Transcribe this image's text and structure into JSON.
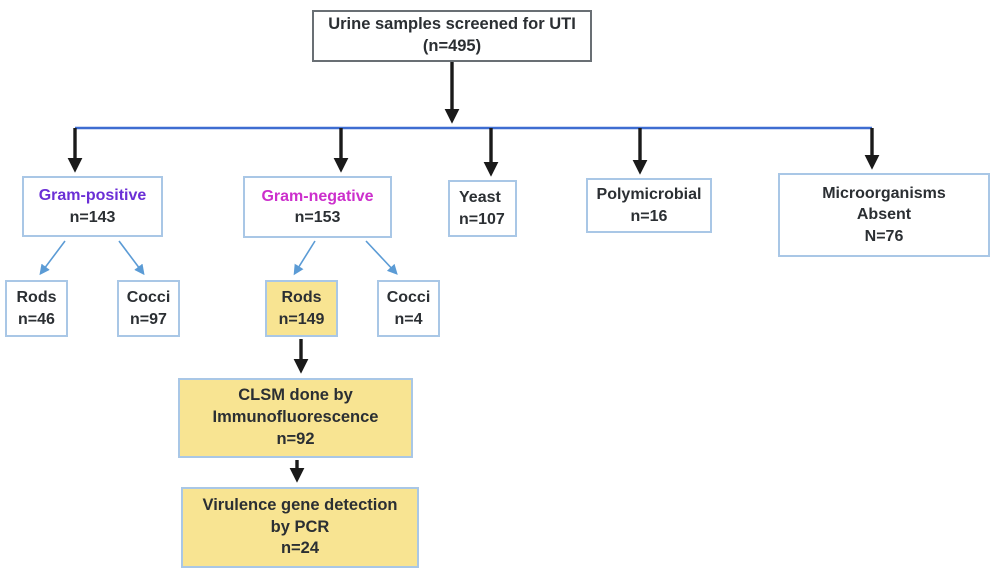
{
  "diagram": {
    "type": "flowchart",
    "title": "Urine samples screened for UTI flow diagram",
    "colors": {
      "branch_line_blue": "#3e6dd1",
      "thin_arrow_blue": "#5b9bd5",
      "box_border_blue": "#a9c7e6",
      "box_border_gray": "#696f74",
      "yellow_fill": "#f8e492",
      "gram_positive_label": "#6b2fd6",
      "gram_negative_label": "#cc2fcc",
      "arrow_black": "#1a1a1a",
      "text_dark": "#2b2f33"
    },
    "nodes": {
      "root": {
        "lines": [
          "Urine samples screened for UTI",
          "(n=495)"
        ]
      },
      "gram_positive": {
        "label": "Gram-positive",
        "count": "n=143"
      },
      "gram_negative": {
        "label": "Gram-negative",
        "count": "n=153"
      },
      "yeast": {
        "lines": [
          "Yeast",
          "n=107"
        ]
      },
      "polymicrobial": {
        "lines": [
          "Polymicrobial",
          "n=16"
        ]
      },
      "microorganisms_absent": {
        "lines": [
          "Microorganisms",
          "Absent",
          "N=76"
        ]
      },
      "gp_rods": {
        "lines": [
          "Rods",
          "n=46"
        ]
      },
      "gp_cocci": {
        "lines": [
          "Cocci",
          "n=97"
        ]
      },
      "gn_rods": {
        "lines": [
          "Rods",
          "n=149"
        ]
      },
      "gn_cocci": {
        "lines": [
          "Cocci",
          "n=4"
        ]
      },
      "clsm": {
        "lines": [
          "CLSM done by",
          "Immunofluorescence",
          "n=92"
        ]
      },
      "virulence": {
        "lines": [
          "Virulence gene detection",
          "by PCR",
          "n=24"
        ]
      }
    }
  }
}
